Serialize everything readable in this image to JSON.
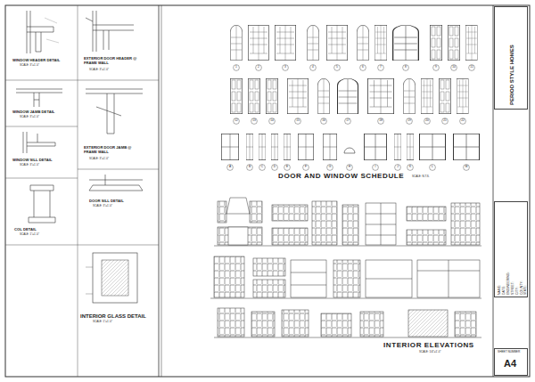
{
  "diagram": {
    "nodes": [
      {
        "text": [
          "PERIOD STYLE HOMES"
        ]
      },
      {
        "text": [
          "NAME:",
          "DATE:",
          "ENGINEERING:",
          "STREET:",
          "CITY:",
          "COUNTY:",
          "STATE:"
        ]
      },
      {
        "text": [
          "SHEET NUMBER",
          "A4"
        ]
      }
    ],
    "labels": [
      "WINDOW HEADER DETAIL",
      "SCALE: 3\"=1'-0\"",
      "WINDOW JAMB DETAIL",
      "SCALE: 3\"=1'-0\"",
      "WINDOW SILL DETAIL",
      "SCALE: 3\"=1'-0\"",
      "COL DETAIL",
      "SCALE: 1\"=1'-0\"",
      "EXTERIOR DOOR HEADER @ FRAME WALL",
      "SCALE: 3\"=1'-0\"",
      "EXTERIOR DOOR JAMB @ FRAME WALL",
      "SCALE: 3\"=1'-0\"",
      "DOOR SILL DETAIL",
      "SCALE: 3\"=1'-0\"",
      "INTERIOR GLASS DETAIL",
      "SCALE: 1\"=1'-0\"",
      "DOOR AND WINDOW SCHEDULE",
      "SCALE: N.T.S.",
      "INTERIOR ELEVATIONS",
      "SCALE: 1/4\"=1'-0\"",
      "1",
      "2",
      "3",
      "4",
      "5",
      "6",
      "7",
      "8",
      "9",
      "10",
      "11",
      "12",
      "13",
      "14",
      "15",
      "16",
      "17",
      "18",
      "19",
      "20",
      "21",
      "22",
      "A",
      "B",
      "C",
      "D",
      "E",
      "F",
      "G",
      "H",
      "I",
      "J",
      "K",
      "L",
      "M"
    ]
  }
}
